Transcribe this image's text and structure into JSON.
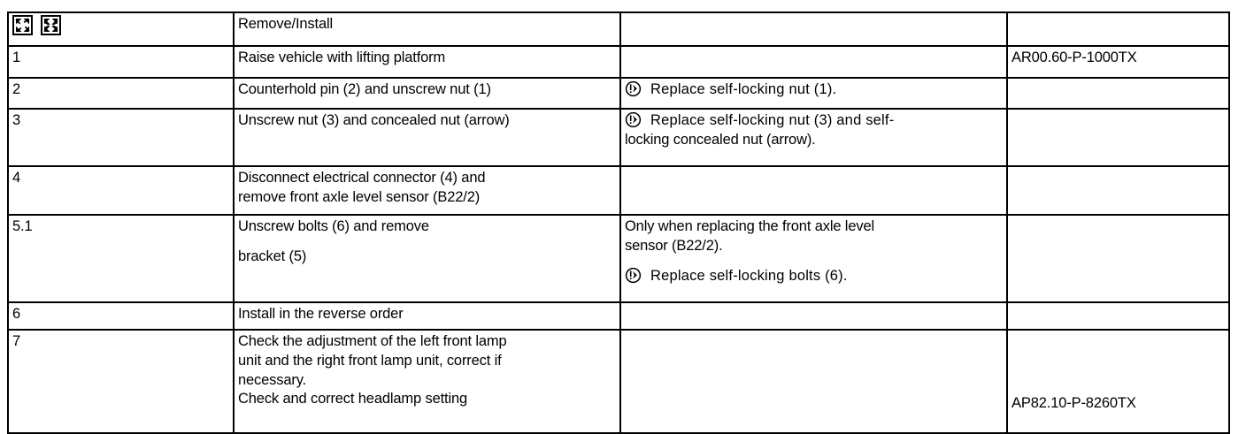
{
  "document": {
    "type": "service-procedure-table",
    "title": "Remove/Install"
  },
  "icons": {
    "expand": "expand-arrows-icon",
    "collapse": "collapse-arrows-icon",
    "replace_part": "replace-part-warning-icon"
  },
  "table": {
    "header": {
      "operation": "Remove/Install",
      "note": "",
      "reference": ""
    },
    "rows": [
      {
        "step": "1",
        "operation_lines": [
          "Raise vehicle with lifting platform"
        ],
        "note_lines": [],
        "note_symbol": false,
        "reference": "AR00.60-P-1000TX"
      },
      {
        "step": "2",
        "operation_lines": [
          "Counterhold pin (2) and unscrew nut (1)"
        ],
        "note_lines": [
          "Replace  self-locking   nut (1)."
        ],
        "note_symbol": true,
        "reference": ""
      },
      {
        "step": "3",
        "operation_lines": [
          "Unscrew nut (3) and concealed nut (arrow)"
        ],
        "note_lines": [
          "Replace  self-locking   nut (3) and self-",
          "locking concealed nut (arrow)."
        ],
        "note_symbol": true,
        "reference": ""
      },
      {
        "step": "4",
        "operation_lines": [
          "Disconnect electrical connector (4) and",
          "remove front axle level sensor (B22/2)"
        ],
        "note_lines": [],
        "note_symbol": false,
        "reference": ""
      },
      {
        "step": "5.1",
        "operation_lines": [
          "Unscrew bolts (6) and remove",
          "bracket (5)"
        ],
        "note_lines": [
          "Only when replacing the front axle level",
          "sensor (B22/2)."
        ],
        "note_symbol": false,
        "note_extra_symbol": true,
        "note_extra_lines": [
          "Replace  self-locking   bolts  (6)."
        ],
        "reference": ""
      },
      {
        "step": "6",
        "operation_lines": [
          "Install in the reverse order"
        ],
        "note_lines": [],
        "note_symbol": false,
        "reference": ""
      },
      {
        "step": "7",
        "operation_lines": [
          "Check the adjustment of the left front lamp",
          "unit and the right front lamp unit, correct if",
          "necessary.",
          "Check and correct headlamp setting"
        ],
        "note_lines": [],
        "note_symbol": false,
        "reference": "AP82.10-P-8260TX"
      }
    ]
  },
  "colors": {
    "border": "#000000",
    "text": "#000000",
    "background": "#ffffff"
  }
}
